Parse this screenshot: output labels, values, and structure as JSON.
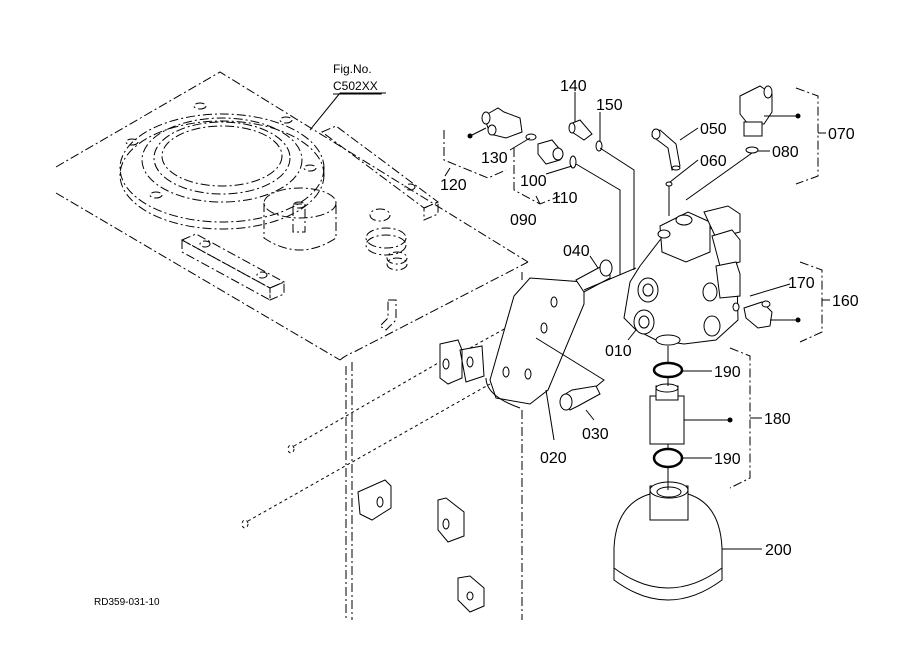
{
  "figure": {
    "fig_no_label": "Fig.No.",
    "fig_no_value": "C502XX",
    "drawing_code": "RD359-031-10"
  },
  "parts": [
    {
      "id": "010",
      "label": "010"
    },
    {
      "id": "020",
      "label": "020"
    },
    {
      "id": "030",
      "label": "030"
    },
    {
      "id": "040",
      "label": "040"
    },
    {
      "id": "050",
      "label": "050"
    },
    {
      "id": "060",
      "label": "060"
    },
    {
      "id": "070",
      "label": "070"
    },
    {
      "id": "080",
      "label": "080"
    },
    {
      "id": "090",
      "label": "090"
    },
    {
      "id": "100",
      "label": "100"
    },
    {
      "id": "110",
      "label": "110"
    },
    {
      "id": "120",
      "label": "120"
    },
    {
      "id": "130",
      "label": "130"
    },
    {
      "id": "140",
      "label": "140"
    },
    {
      "id": "150",
      "label": "150"
    },
    {
      "id": "160",
      "label": "160"
    },
    {
      "id": "170",
      "label": "170"
    },
    {
      "id": "180",
      "label": "180"
    },
    {
      "id": "190a",
      "label": "190"
    },
    {
      "id": "190b",
      "label": "190"
    },
    {
      "id": "200",
      "label": "200"
    }
  ]
}
